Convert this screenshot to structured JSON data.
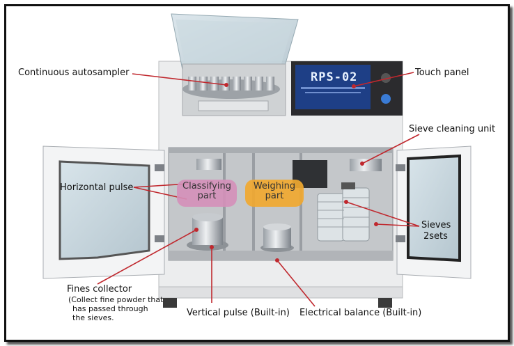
{
  "display": {
    "model": "RPS-02"
  },
  "colors": {
    "leader_line": "#c0282e",
    "classifying_fill": "#d58fb9",
    "weighing_fill": "#f0a830",
    "screen": "#1e3f86",
    "machine_body": "#ecedee",
    "frame": "#111111"
  },
  "parts": {
    "classifying": {
      "line1": "Classifying",
      "line2": "part"
    },
    "weighing": {
      "line1": "Weighing",
      "line2": "part"
    }
  },
  "labels": {
    "continuous_autosampler": "Continuous autosampler",
    "touch_panel": "Touch panel",
    "sieve_cleaning_unit": "Sieve cleaning unit",
    "horizontal_pulse": "Horizontal pulse",
    "sieves_line1": "Sieves",
    "sieves_line2": "2sets",
    "fines_collector": "Fines collector",
    "fines_note_line1": "(Collect fine powder that",
    "fines_note_line2": "has passed through",
    "fines_note_line3": "the sieves.",
    "vertical_pulse": "Vertical pulse (Built-in)",
    "electrical_balance": "Electrical balance (Built-in)"
  }
}
